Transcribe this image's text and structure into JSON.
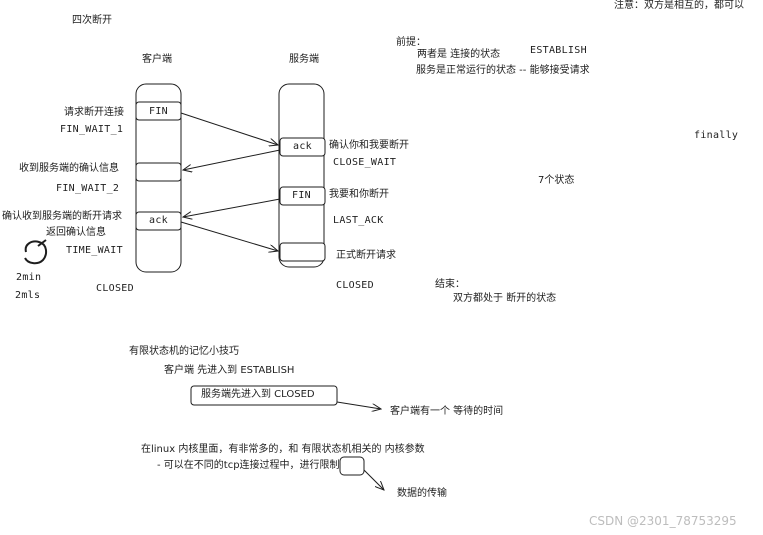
{
  "title": "四次断开",
  "note_top_right": "注意：双方是相互的，都可以",
  "client": {
    "header": "客户端",
    "fin_box": "FIN",
    "ack_box": "ack",
    "state_fin_wait_1": "FIN_WAIT_1",
    "state_fin_wait_2": "FIN_WAIT_2",
    "state_time_wait": "TIME_WAIT",
    "state_closed": "CLOSED",
    "label_request_close": "请求断开连接",
    "label_recv_confirm": "收到服务端的确认信息",
    "label_confirm_close_req": "确认收到服务端的断开请求",
    "label_return_confirm": "返回确认信息",
    "timer_line1": "2min",
    "timer_line2": "2mls"
  },
  "server": {
    "header": "服务端",
    "ack_box": "ack",
    "fin_box": "FIN",
    "label_confirm": "确认你和我要断开",
    "state_close_wait": "CLOSE_WAIT",
    "label_i_close": "我要和你断开",
    "state_last_ack": "LAST_ACK",
    "label_formal_close": "正式断开请求",
    "state_closed": "CLOSED"
  },
  "premise": {
    "title": "前提：",
    "line1": "两者是 连接的状态",
    "line1_state": "ESTABLISH",
    "line2": "服务是正常运行的状态 -- 能够接受请求"
  },
  "finally_label": "finally",
  "seven_states": "7个状态",
  "end": {
    "title": "结束：",
    "line": "双方都处于 断开的状态"
  },
  "tips": {
    "title": "有限状态机的记忆小技巧",
    "client_first": "客户端 先进入到  ESTABLISH",
    "server_first": "服务端先进入到  CLOSED",
    "client_wait": "客户端有一个 等待的时间"
  },
  "kernel": {
    "line1": "在linux 内核里面，有非常多的，和 有限状态机相关的 内核参数",
    "line2": "- 可以在不同的tcp连接过程中，进行限制",
    "result": "数据的传输"
  },
  "watermark": "CSDN @2301_78753295",
  "colors": {
    "ink": "#1e1e1e",
    "background": "#ffffff",
    "watermark": "#bdbdbd"
  }
}
